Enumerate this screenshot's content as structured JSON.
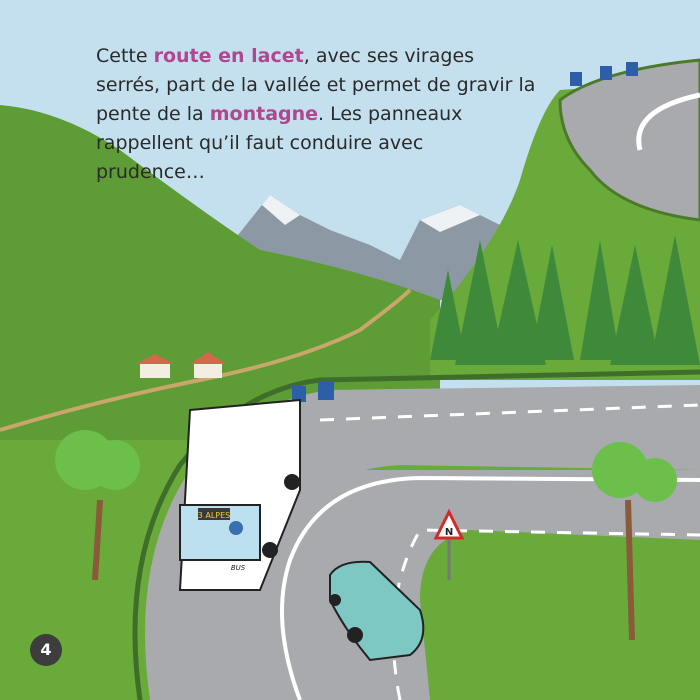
{
  "page": {
    "text_parts": [
      "Cette ",
      "route en lacet",
      ", avec ses virages serrés, part de la vallée et permet de gravir la pente de la ",
      "montagne",
      ". Les panneaux rappellent qu’il faut conduire avec prudence…"
    ],
    "highlight_color": "#b0468e",
    "page_number": "4"
  },
  "illustration": {
    "bus_sign": "3 ALPES",
    "bus_brand": "BUS",
    "sign_letter": "N",
    "colors": {
      "sky": "#c4e0ee",
      "grass": "#6aaa3a",
      "road": "#a9aaad",
      "bus": "#ffffff",
      "car": "#7ec8c4"
    }
  }
}
